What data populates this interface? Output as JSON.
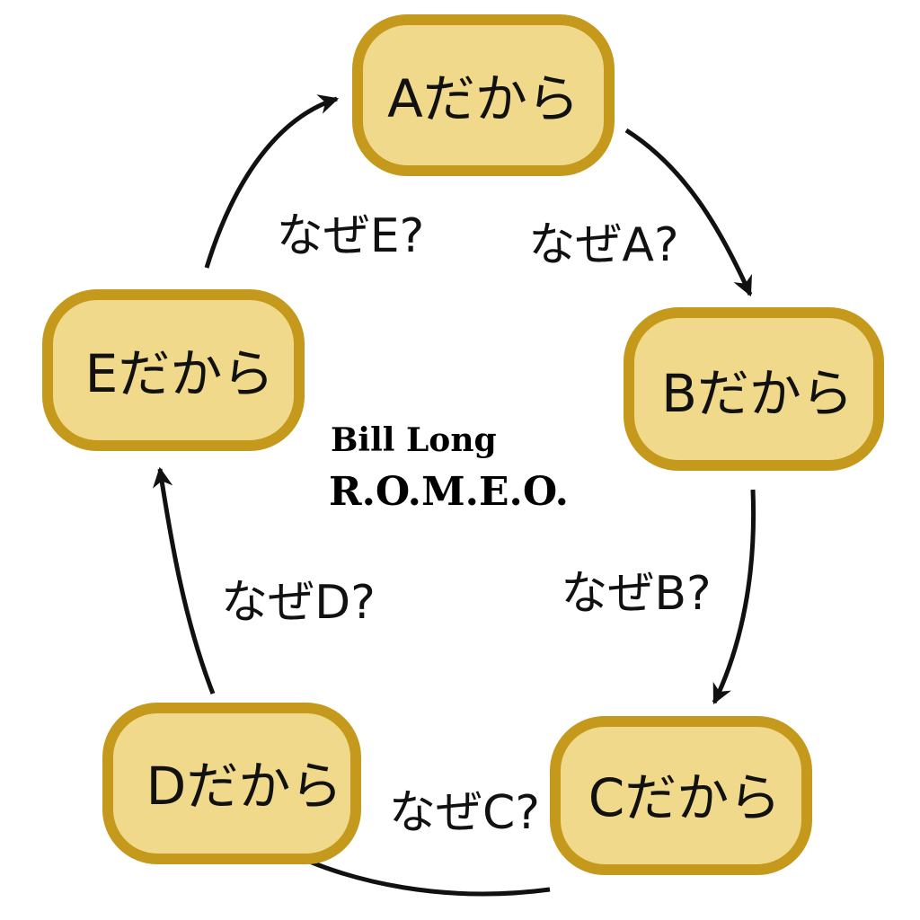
{
  "colors": {
    "node_fill": "#f0d98a",
    "node_border": "#c4991c",
    "arrow": "#111111"
  },
  "nodes": [
    {
      "id": "A",
      "label": "Aだから"
    },
    {
      "id": "B",
      "label": "Bだから"
    },
    {
      "id": "C",
      "label": "Cだから"
    },
    {
      "id": "D",
      "label": "Dだから"
    },
    {
      "id": "E",
      "label": "Eだから"
    }
  ],
  "edges": [
    {
      "from": "A",
      "to": "B",
      "label": "なぜA?"
    },
    {
      "from": "B",
      "to": "C",
      "label": "なぜB?"
    },
    {
      "from": "C",
      "to": "D",
      "label": "なぜC?"
    },
    {
      "from": "D",
      "to": "E",
      "label": "なぜD?"
    },
    {
      "from": "E",
      "to": "A",
      "label": "なぜE?"
    }
  ],
  "credit": {
    "author": "Bill Long",
    "title": "R.O.M.E.O."
  }
}
